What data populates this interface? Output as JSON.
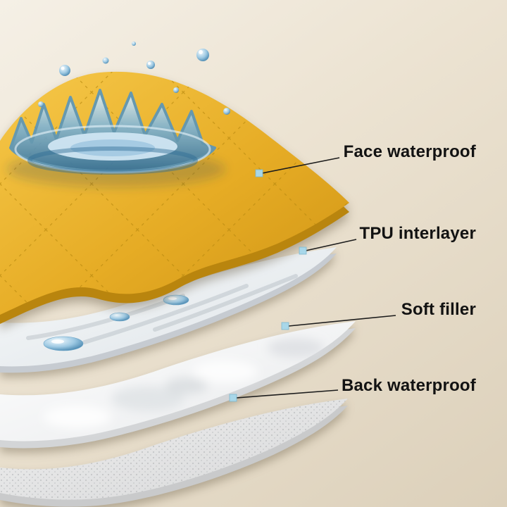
{
  "diagram": {
    "type": "layered-product-exploded-view",
    "labels": {
      "face": "Face waterproof",
      "tpu": "TPU interlayer",
      "filler": "Soft filler",
      "back": "Back waterproof"
    },
    "colors": {
      "background": "#e9e0cf",
      "face_layer": "#e6ac25",
      "face_layer_edge": "#b9850e",
      "tpu_layer": "#eef1f3",
      "filler_layer": "#f7f8f9",
      "back_layer": "#e4e5e6",
      "marker": "#a8d7e9",
      "leader_line": "#1c1c1c",
      "water": "#5795bd",
      "label_text": "#121212"
    }
  }
}
